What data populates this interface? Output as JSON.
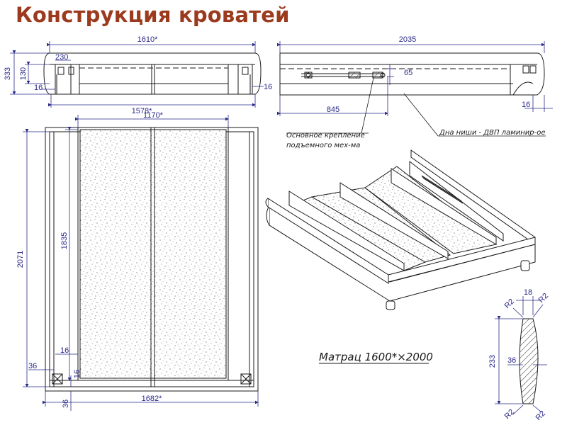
{
  "title": "Конструкция кроватей",
  "top_left_view": {
    "dims": {
      "width_total": "1610*",
      "height_total": "333",
      "d230": "230",
      "d130": "130",
      "d16_left": "16",
      "d16_right": "16",
      "width_inner": "1578*"
    }
  },
  "top_right_view": {
    "dims": {
      "length_total": "2035",
      "d65": "65",
      "d845": "845",
      "d16": "16"
    }
  },
  "plan_view": {
    "dims": {
      "w1170": "1170*",
      "h1835": "1835",
      "h2071": "2071",
      "d16_a": "16",
      "d36": "36",
      "d16_b": "16",
      "d36_bottom": "36",
      "w1682": "1682*"
    }
  },
  "notes": {
    "main_fastening": [
      "Основное крепление",
      "подъемного мех-ма"
    ],
    "niche_bottom": "Дна ниши - ДВП ламинир-ое",
    "mattress": "Матрац 1600*×2000"
  },
  "profile_detail": {
    "dims": {
      "d18": "18",
      "r_top_left": "R2",
      "r_top_right": "R2",
      "d233": "233",
      "d36": "36",
      "r_bot_left": "R2",
      "r_bot_right": "R2"
    }
  },
  "colors": {
    "title": "#9c3a1e",
    "dimension": "#2a2a8a",
    "line": "#1a1a1a"
  }
}
